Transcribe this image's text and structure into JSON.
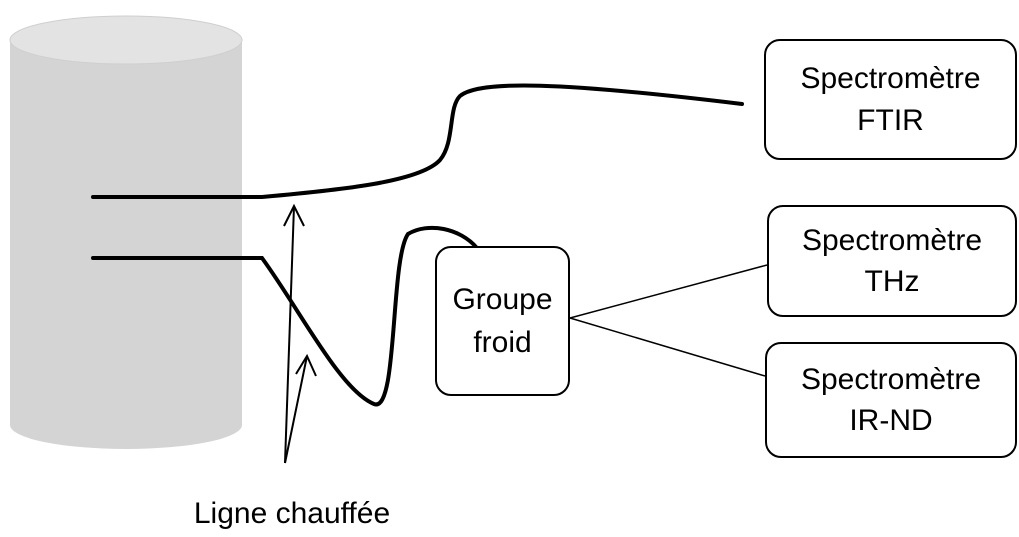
{
  "colors": {
    "vessel_fill": "#d4d4d4",
    "vessel_top": "#e3e3e3",
    "line": "#000000",
    "box_border": "#000000",
    "text": "#000000"
  },
  "vessel": {
    "shape": "cylinder"
  },
  "boxes": {
    "ftir": {
      "line1": "Spectromètre",
      "line2": "FTIR"
    },
    "thz": {
      "line1": "Spectromètre",
      "line2": "THz"
    },
    "irnd": {
      "line1": "Spectromètre",
      "line2": "IR-ND"
    },
    "cold_group": {
      "line1": "Groupe",
      "line2": "froid"
    }
  },
  "caption": "Ligne chauffée",
  "icons": {
    "arrows": [
      "arrow-up-icon",
      "arrow-up-icon"
    ]
  }
}
